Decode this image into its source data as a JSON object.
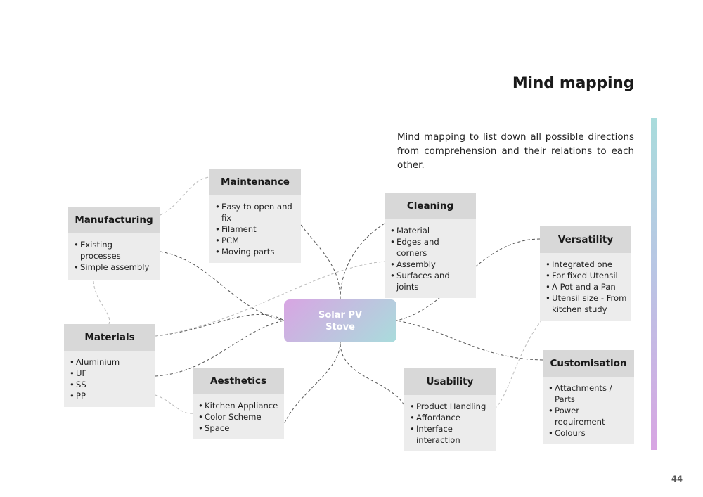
{
  "title": "Mind mapping",
  "intro": "Mind mapping to list down all possible directions from comprehension and their relations to each other.",
  "page_number": "44",
  "colors": {
    "gradient_start": "#d8a5e3",
    "gradient_end": "#a9dcdc",
    "node_header": "#d8d8d8",
    "node_body": "#ececec"
  },
  "center": {
    "line1": "Solar PV",
    "line2": "Stove"
  },
  "nodes": {
    "maintenance": {
      "title": "Maintenance",
      "items": [
        "Easy to open and fix",
        "Filament",
        "PCM",
        "Moving parts"
      ]
    },
    "manufacturing": {
      "title": "Manufacturing",
      "items": [
        "Existing processes",
        "Simple assembly"
      ]
    },
    "cleaning": {
      "title": "Cleaning",
      "items": [
        "Material",
        "Edges and corners",
        "Assembly",
        "Surfaces and joints"
      ]
    },
    "versatility": {
      "title": "Versatility",
      "items": [
        "Integrated one",
        "For fixed Utensil",
        "A Pot and a Pan",
        "Utensil size - From kitchen study"
      ]
    },
    "materials": {
      "title": "Materials",
      "items": [
        "Aluminium",
        "UF",
        "SS",
        "PP"
      ]
    },
    "aesthetics": {
      "title": "Aesthetics",
      "items": [
        "Kitchen Appliance",
        "Color Scheme",
        "Space"
      ]
    },
    "usability": {
      "title": "Usability",
      "items": [
        "Product Handling",
        "Affordance",
        "Interface interaction"
      ]
    },
    "customisation": {
      "title": "Customisation",
      "items": [
        "Attachments / Parts",
        "Power requirement",
        "Colours"
      ]
    }
  }
}
